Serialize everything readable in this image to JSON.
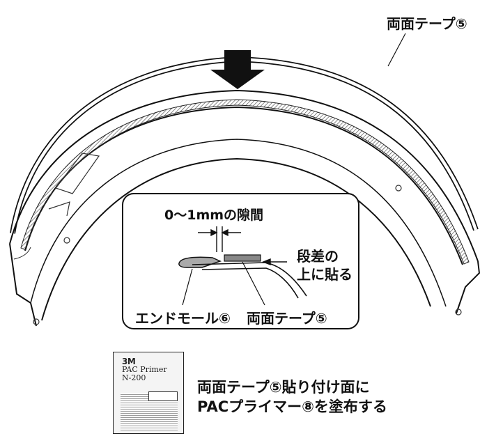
{
  "labels": {
    "tape_top": "両面テープ⑤",
    "gap": "0〜1mmの隙間",
    "step": "段差の",
    "step2": "上に貼る",
    "end_mold": "エンドモール⑥",
    "tape_inset": "両面テープ⑤",
    "instruction_line1": "両面テープ⑤貼り付け面に",
    "instruction_line2": "PACプライマー⑧を塗布する"
  },
  "primer_can": {
    "brand": "3M",
    "product_line1": "PAC Primer",
    "product_line2": "N-200"
  }
}
